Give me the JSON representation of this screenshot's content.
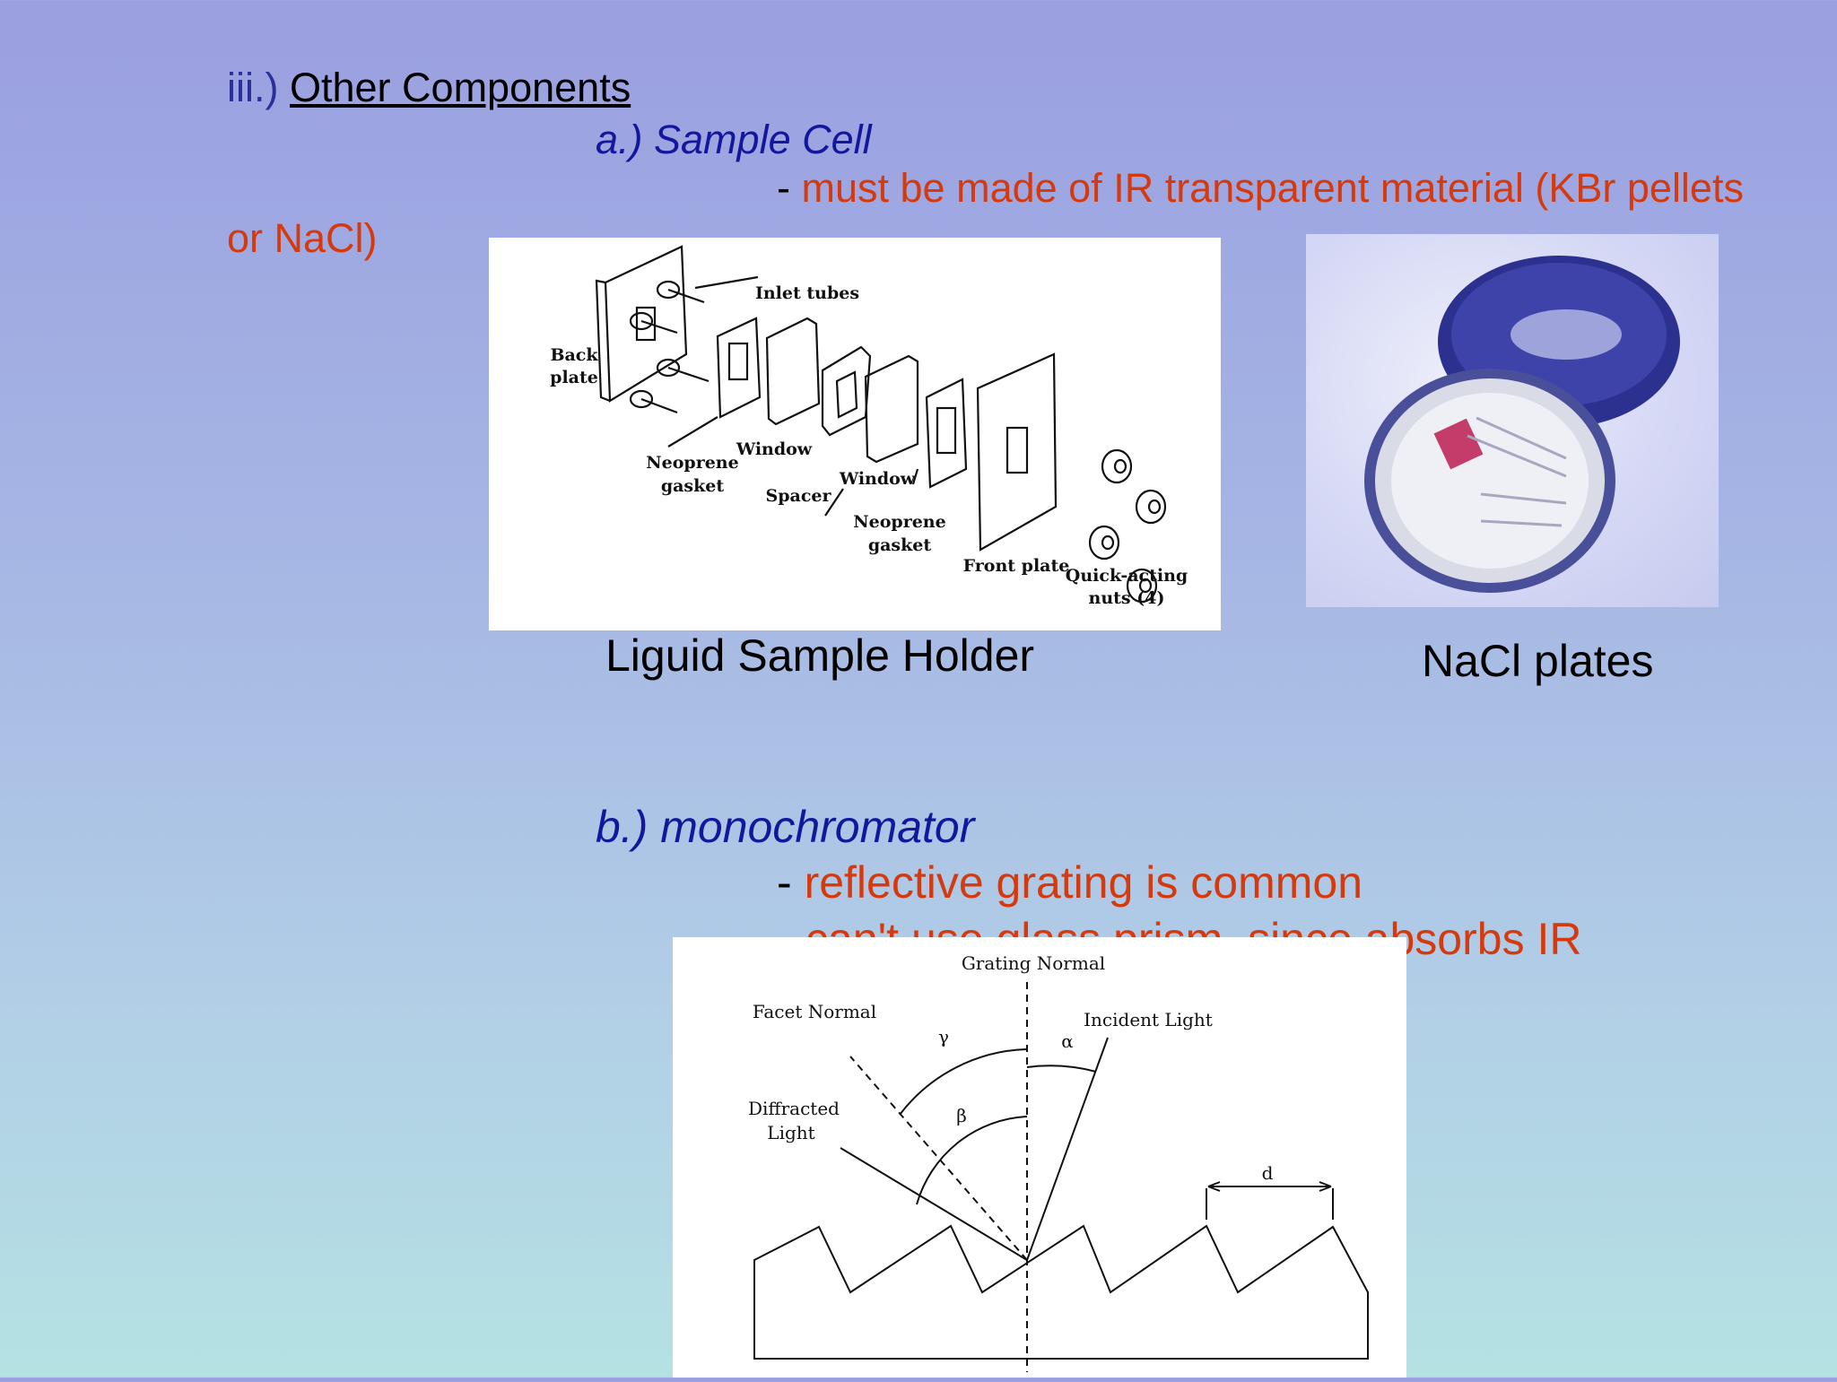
{
  "section": {
    "prefix": "iii.)",
    "title": "Other Components"
  },
  "sample_cell": {
    "heading": "a.) Sample Cell",
    "bullet_dash": "-",
    "bullet_text_line1": "must be made of IR transparent material (KBr pellets",
    "bullet_text_line2": "or NaCl)"
  },
  "holder_diagram": {
    "labels": {
      "inlet_tubes": "Inlet tubes",
      "back_plate_1": "Back",
      "back_plate_2": "plate",
      "window_a": "Window",
      "neoprene_a_1": "Neoprene",
      "neoprene_a_2": "gasket",
      "spacer": "Spacer",
      "window_b": "Window",
      "neoprene_b_1": "Neoprene",
      "neoprene_b_2": "gasket",
      "front_plate": "Front plate",
      "nuts_1": "Quick-acting",
      "nuts_2": "nuts (4)"
    },
    "caption": "Liguid Sample Holder"
  },
  "nacl_photo": {
    "caption": "NaCl plates"
  },
  "monochromator": {
    "heading": "b.) monochromator",
    "bullet_dash": "-",
    "bullet_1": "reflective grating is common",
    "bullet_2": "can't use glass prism, since absorbs IR"
  },
  "grating_diagram": {
    "labels": {
      "grating_normal": "Grating Normal",
      "facet_normal": "Facet Normal",
      "incident_light": "Incident Light",
      "diffracted_1": "Diffracted",
      "diffracted_2": "Light",
      "gamma": "γ",
      "alpha": "α",
      "beta": "β",
      "d": "d"
    }
  },
  "colors": {
    "heading_blue": "#12179e",
    "bullet_red": "#d53a0e",
    "background_top": "#9a9fe0",
    "background_bottom": "#b4e2e3"
  }
}
